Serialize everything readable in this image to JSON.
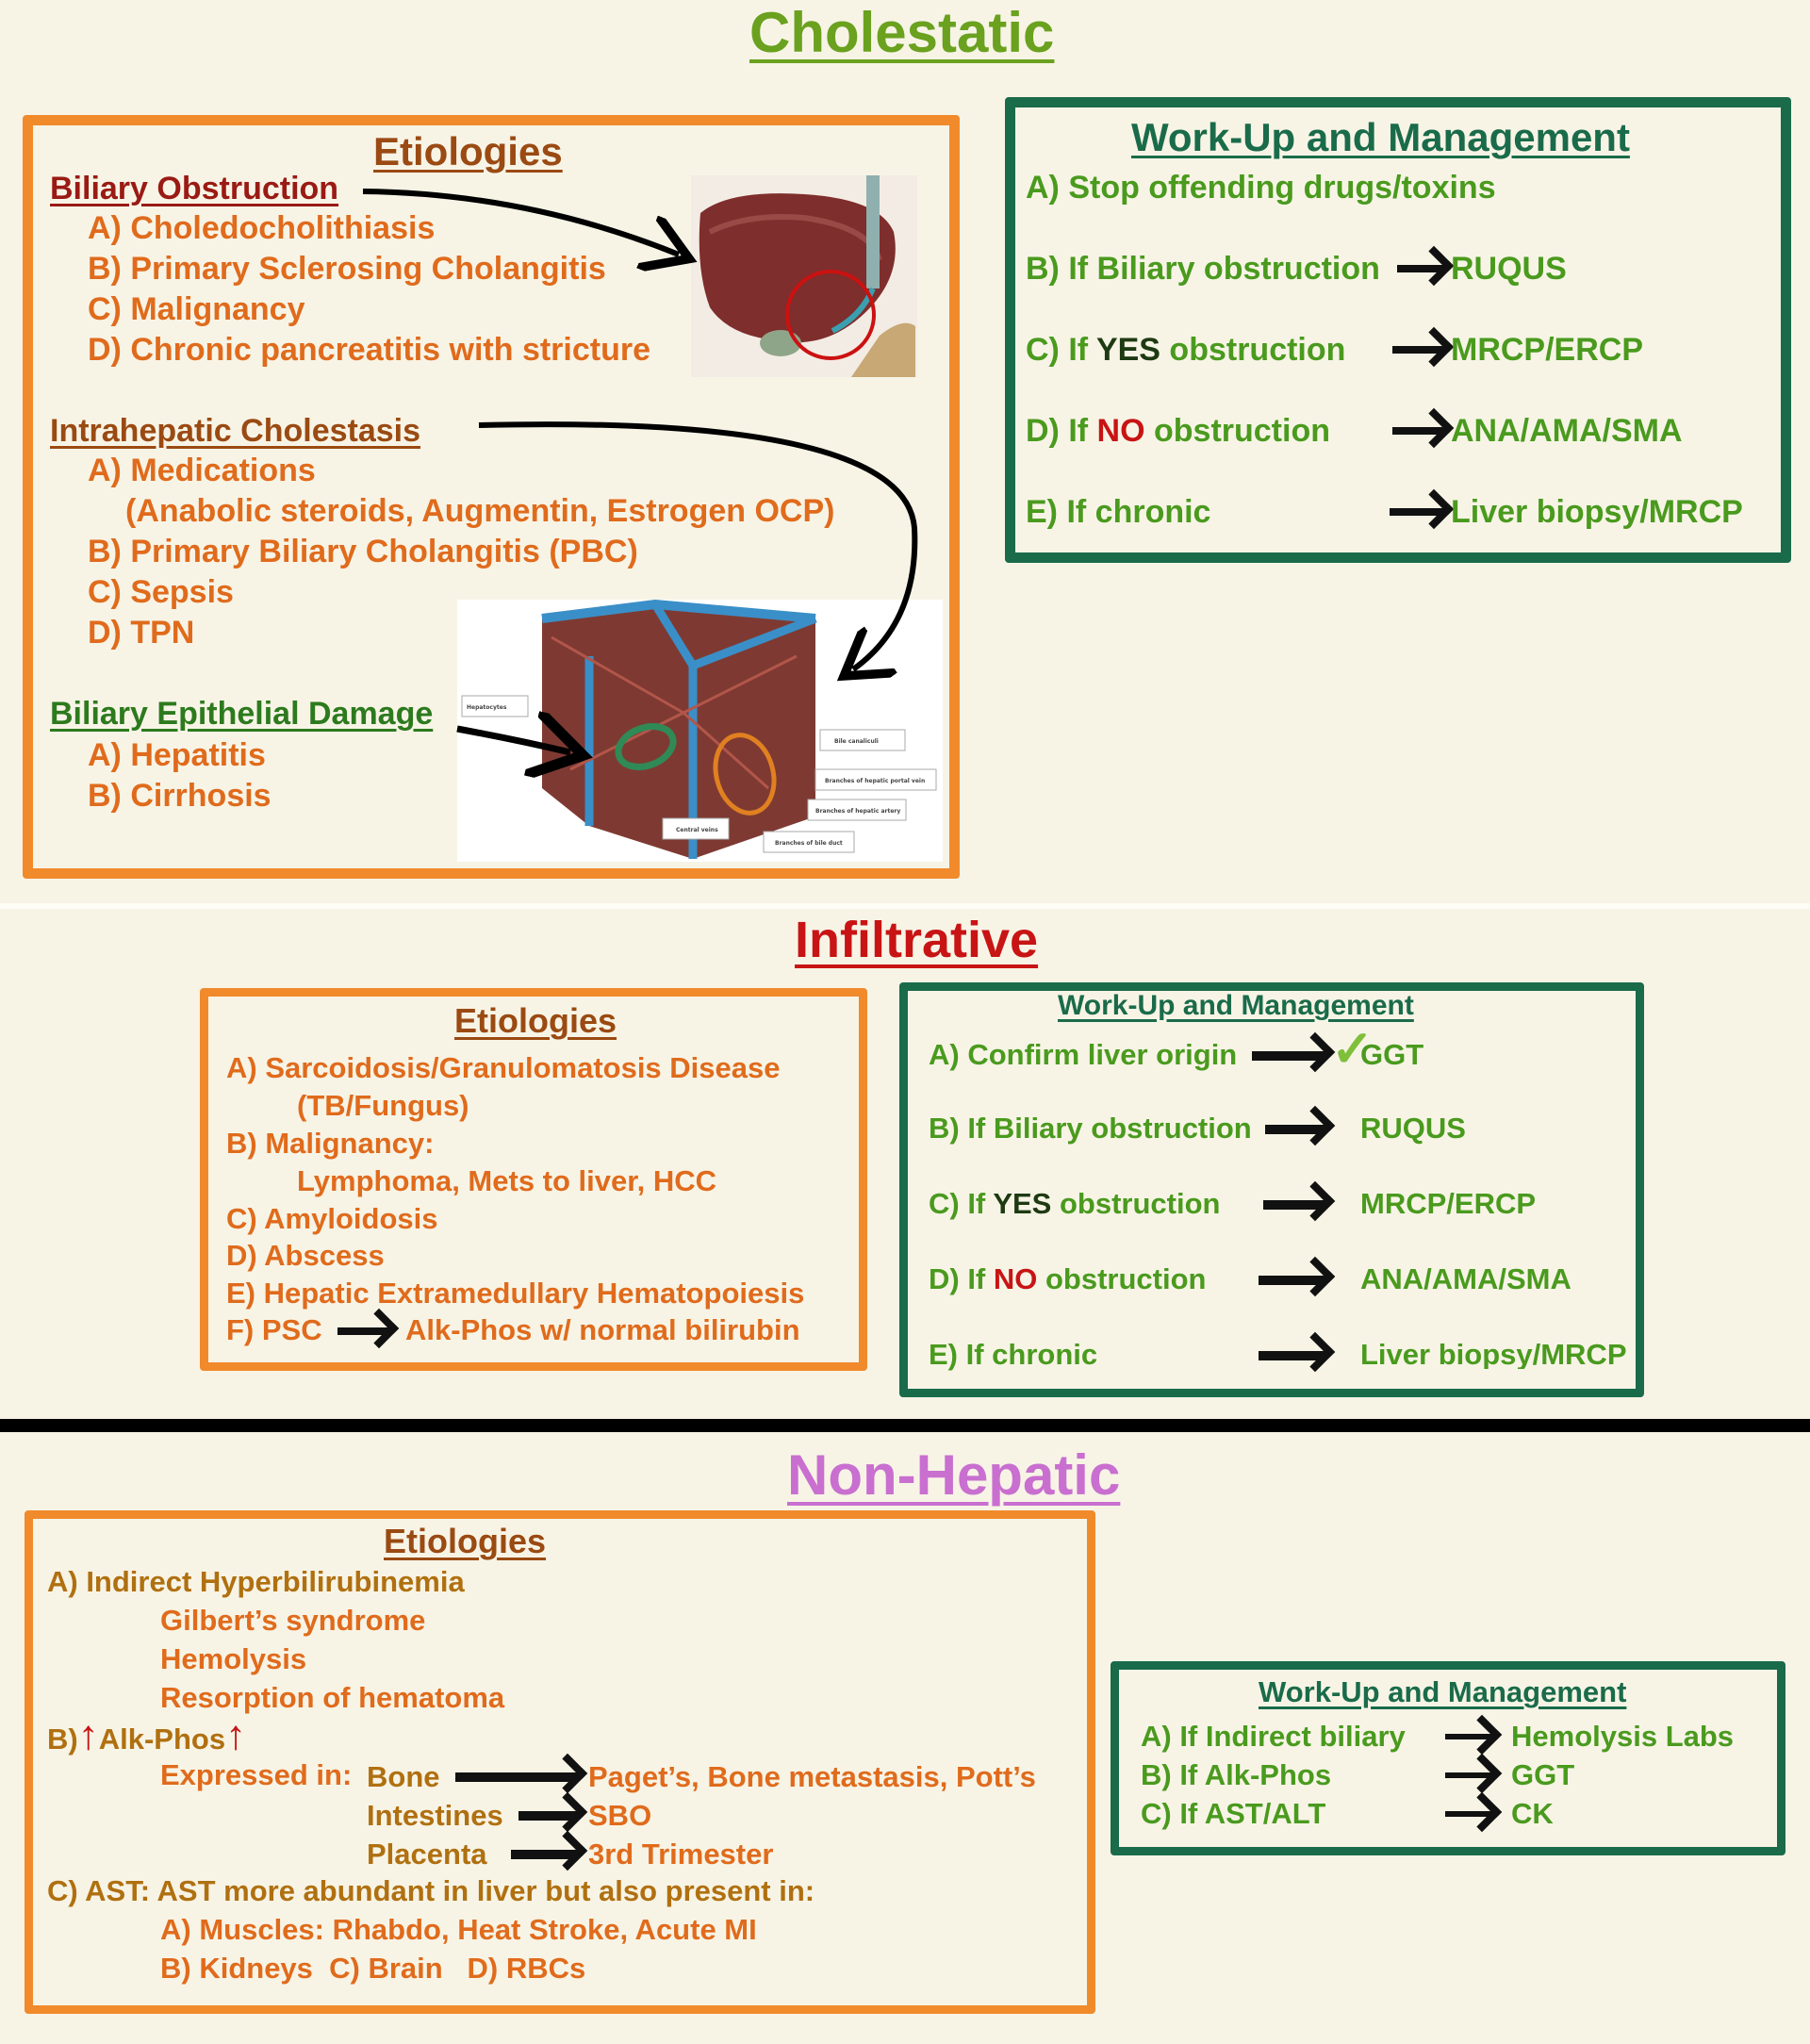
{
  "cholestatic": {
    "title": "Cholestatic",
    "etiologies": {
      "heading": "Etiologies",
      "biliary_obstruction": {
        "label": "Biliary Obstruction",
        "items": [
          "A) Choledocholithiasis",
          "B) Primary Sclerosing Cholangitis",
          "C) Malignancy",
          "D) Chronic pancreatitis with stricture"
        ]
      },
      "intrahepatic": {
        "label": "Intrahepatic Cholestasis",
        "items": [
          "A) Medications",
          "(Anabolic steroids, Augmentin, Estrogen OCP)",
          "B) Primary Biliary Cholangitis (PBC)",
          "C) Sepsis",
          "D) TPN"
        ]
      },
      "epithelial": {
        "label": "Biliary Epithelial Damage",
        "items": [
          "A) Hepatitis",
          "B) Cirrhosis"
        ]
      },
      "lobule_labels": [
        "Hepatocytes",
        "Bile canaliculi",
        "Branches of hepatic portal vein",
        "Branches of hepatic artery",
        "Central veins",
        "Branches of bile duct"
      ]
    },
    "workup": {
      "heading": "Work-Up and Management",
      "a": "A) Stop offending drugs/toxins",
      "b": "B) If Biliary obstruction",
      "b_result": "RUQUS",
      "c_pre": "C) If ",
      "c_key": "YES",
      "c_post": " obstruction",
      "c_result": "MRCP/ERCP",
      "d_pre": "D) If ",
      "d_key": "NO",
      "d_post": " obstruction",
      "d_result": "ANA/AMA/SMA",
      "e": "E) If chronic",
      "e_result": "Liver biopsy/MRCP"
    }
  },
  "infiltrative": {
    "title": "Infiltrative",
    "etiologies": {
      "heading": "Etiologies",
      "items": [
        "A) Sarcoidosis/Granulomatosis Disease",
        "(TB/Fungus)",
        "B) Malignancy:",
        "Lymphoma, Mets to liver, HCC",
        "C) Amyloidosis",
        "D) Abscess",
        "E) Hepatic Extramedullary Hematopoiesis",
        "F) PSC"
      ],
      "psc_result": "Alk-Phos w/ normal bilirubin"
    },
    "workup": {
      "heading": "Work-Up and Management",
      "a": "A) Confirm liver origin",
      "a_check": "✓",
      "a_result": "GGT",
      "b": "B) If Biliary obstruction",
      "b_result": "RUQUS",
      "c_pre": "C) If ",
      "c_key": "YES",
      "c_post": " obstruction",
      "c_result": "MRCP/ERCP",
      "d_pre": "D) If ",
      "d_key": "NO",
      "d_post": " obstruction",
      "d_result": "ANA/AMA/SMA",
      "e": "E) If chronic",
      "e_result": "Liver biopsy/MRCP"
    }
  },
  "nonhepatic": {
    "title": "Non-Hepatic",
    "etiologies": {
      "heading": "Etiologies",
      "a": "A) Indirect Hyperbilirubinemia",
      "a_items": [
        "Gilbert’s syndrome",
        "Hemolysis",
        "Resorption of hematoma"
      ],
      "b_prefix": "B)",
      "b_label": "Alk-Phos",
      "expressed_in": "Expressed in:",
      "organs": [
        "Bone",
        "Intestines",
        "Placenta"
      ],
      "organ_results": [
        "Paget’s, Bone metastasis, Pott’s",
        "SBO",
        "3rd Trimester"
      ],
      "c": "C) AST: AST more abundant in liver but also present in:",
      "c_items": [
        "A) Muscles: Rhabdo, Heat Stroke, Acute MI",
        "B) Kidneys  C) Brain   D) RBCs"
      ]
    },
    "workup": {
      "heading": "Work-Up and Management",
      "rows": [
        {
          "label": "A) If Indirect biliary",
          "result": "Hemolysis Labs"
        },
        {
          "label": "B) If Alk-Phos",
          "result": "GGT"
        },
        {
          "label": "C) If AST/ALT",
          "result": "CK"
        }
      ]
    }
  },
  "colors": {
    "orange_border": "#f18a2b",
    "green_border": "#1a6b4a",
    "cholestatic_title": "#6aa11e",
    "infiltrative_title": "#c81414",
    "nonhepatic_title": "#c96fd0"
  }
}
